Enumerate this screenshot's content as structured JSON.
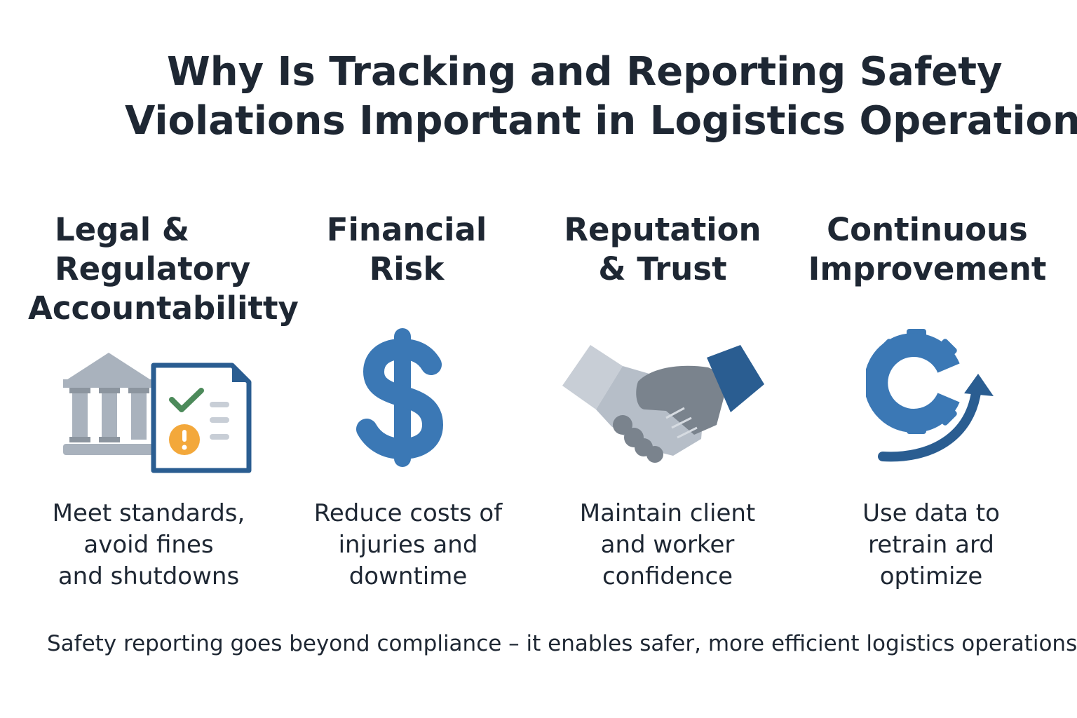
{
  "title": {
    "line1": "Why Is Tracking and Reporting Safety",
    "line2": "Violations Important in Logistics Operations"
  },
  "columns": [
    {
      "heading": [
        "Legal &",
        "Regulatory",
        "Accountabilitty"
      ],
      "icon": "courthouse-document-icon",
      "description": [
        "Meet standards,",
        "avoid fines",
        "and shutdowns"
      ]
    },
    {
      "heading": [
        "Financial",
        "Risk"
      ],
      "icon": "dollar-sign-icon",
      "description": [
        "Reduce costs of",
        "injuries and",
        "downtime"
      ]
    },
    {
      "heading": [
        "Reputation",
        "& Trust"
      ],
      "icon": "handshake-icon",
      "description": [
        "Maintain client",
        "and worker",
        "confidence"
      ]
    },
    {
      "heading": [
        "Continuous",
        "Improvement"
      ],
      "icon": "gear-cycle-icon",
      "description": [
        "Use data to",
        "retrain ard",
        "optimize"
      ]
    }
  ],
  "footer": "Safety reporting goes beyond compliance – it enables safer, more efficient logistics operations",
  "colors": {
    "text": "#1e2733",
    "accent_blue": "#3b78b5",
    "dark_blue": "#2a5d91",
    "gray": "#a9b2bd",
    "dark_gray": "#7a838d",
    "light_gray": "#c8ced6",
    "check_green": "#4c8a5a",
    "warning_orange": "#f3a83b"
  }
}
